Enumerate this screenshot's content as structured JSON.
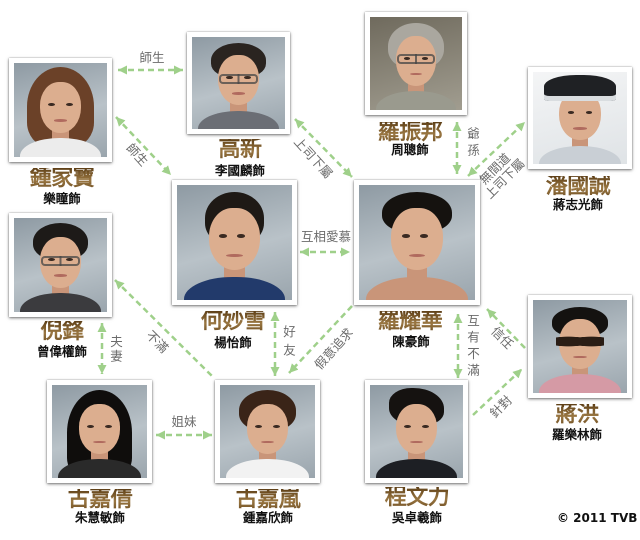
{
  "characters": [
    {
      "name": "鍾家寶",
      "actor": "樂瞳飾"
    },
    {
      "name": "高新",
      "actor": "李國麟飾"
    },
    {
      "name": "羅振邦",
      "actor": "周聰飾"
    },
    {
      "name": "潘國誠",
      "actor": "蔣志光飾"
    },
    {
      "name": "何妙雪",
      "actor": "楊怡飾"
    },
    {
      "name": "倪鋒",
      "actor": "曾偉權飾"
    },
    {
      "name": "羅耀華",
      "actor": "陳豪飾"
    },
    {
      "name": "蔣洪",
      "actor": "羅樂林飾"
    },
    {
      "name": "古嘉倩",
      "actor": "朱慧敏飾"
    },
    {
      "name": "古嘉嵐",
      "actor": "鍾嘉欣飾"
    },
    {
      "name": "程文力",
      "actor": "吳卓羲飾"
    }
  ],
  "relationships": [
    {
      "from": "鍾家寶",
      "to": "高新",
      "label": "師生",
      "direction": "both"
    },
    {
      "from": "鍾家寶",
      "to": "何妙雪",
      "label": "師生",
      "direction": "both"
    },
    {
      "from": "高新",
      "to": "羅耀華",
      "label": "上司下屬",
      "direction": "both"
    },
    {
      "from": "羅振邦",
      "to": "羅耀華",
      "label": "爺孫",
      "direction": "both"
    },
    {
      "from": "潘國誠",
      "to": "羅耀華",
      "label": "無間道上司下屬",
      "label_lines": [
        "無間道",
        "上司下屬"
      ],
      "direction": "both"
    },
    {
      "from": "何妙雪",
      "to": "羅耀華",
      "label": "互相愛慕",
      "direction": "both"
    },
    {
      "from": "古嘉嵐",
      "to": "倪鋒",
      "label": "不滿",
      "direction": "one-way"
    },
    {
      "from": "倪鋒",
      "to": "古嘉倩",
      "label": "夫妻",
      "direction": "both"
    },
    {
      "from": "古嘉倩",
      "to": "古嘉嵐",
      "label": "姐妹",
      "direction": "both"
    },
    {
      "from": "何妙雪",
      "to": "古嘉嵐",
      "label": "好友",
      "direction": "both"
    },
    {
      "from": "羅耀華",
      "to": "古嘉嵐",
      "label": "假意追求",
      "direction": "one-way"
    },
    {
      "from": "羅耀華",
      "to": "程文力",
      "label": "互有不滿",
      "direction": "both"
    },
    {
      "from": "蔣洪",
      "to": "羅耀華",
      "label": "信任",
      "direction": "one-way"
    },
    {
      "from": "程文力",
      "to": "蔣洪",
      "label": "針對",
      "direction": "one-way"
    }
  ],
  "footer": {
    "copyright": "© 2011 TVB"
  },
  "colors": {
    "name": "#7b5a2e",
    "arrow": "#9fd08a",
    "label": "#6b6b6b",
    "actor": "#111111",
    "background": "#ffffff"
  }
}
